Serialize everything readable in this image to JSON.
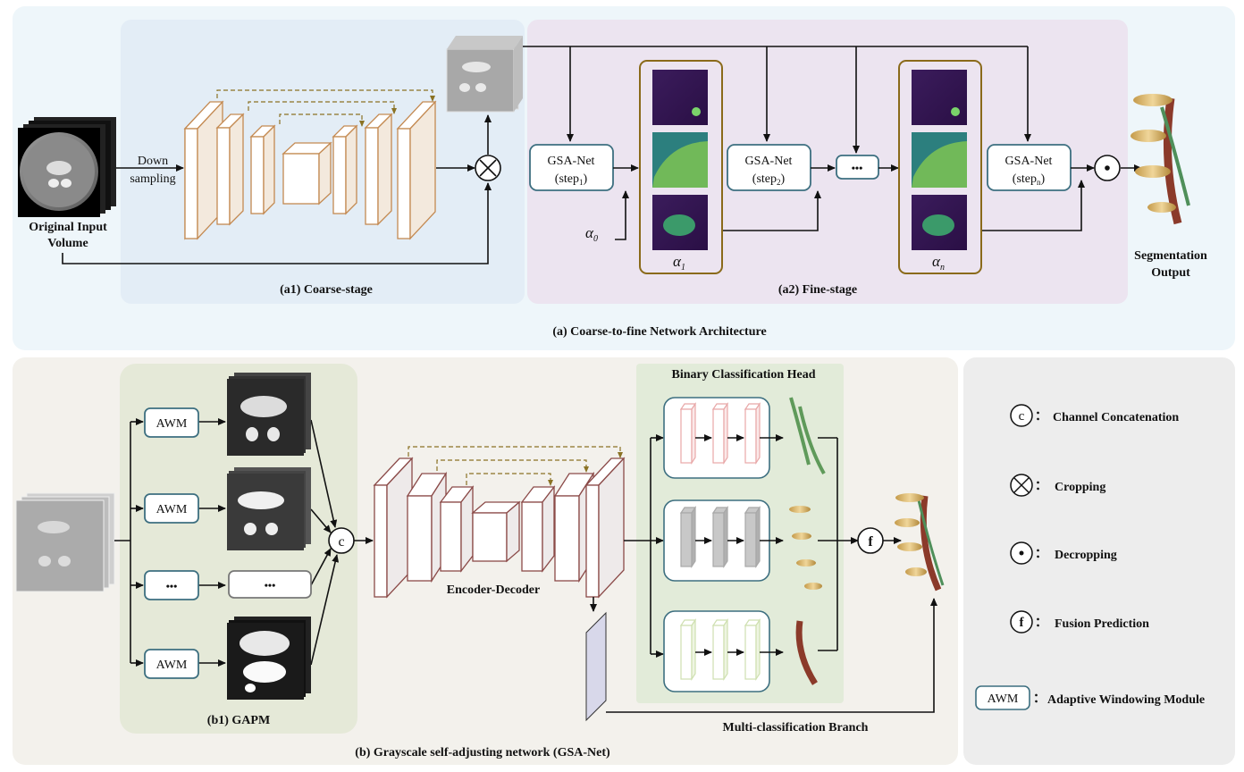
{
  "part_a": {
    "caption": "(a) Coarse-to-fine Network Architecture",
    "coarse_stage": {
      "caption": "(a1) Coarse-stage"
    },
    "fine_stage": {
      "caption": "(a2) Fine-stage"
    },
    "input_label_line1": "Original Input",
    "input_label_line2": "Volume",
    "downsample_line1": "Down",
    "downsample_line2": "sampling",
    "gsa_blocks": [
      {
        "name": "GSA-Net",
        "step": "step",
        "sub": "1"
      },
      {
        "name": "GSA-Net",
        "step": "step",
        "sub": "2"
      },
      {
        "name": "GSA-Net",
        "step": "step",
        "sub": "n"
      }
    ],
    "ellipsis": "•••",
    "alpha_labels": [
      {
        "sym": "α",
        "sub": "0"
      },
      {
        "sym": "α",
        "sub": "1"
      },
      {
        "sym": "α",
        "sub": "n"
      }
    ],
    "output_label_line1": "Segmentation",
    "output_label_line2": "Output"
  },
  "part_b": {
    "caption": "(b) Grayscale self-adjusting network (GSA-Net)",
    "gapm": {
      "caption": "(b1) GAPM"
    },
    "awm_label": "AWM",
    "ellipsis": "•••",
    "concat_symbol": "c",
    "fusion_symbol": "f",
    "encoder_decoder_label": "Encoder-Decoder",
    "binary_head_label": "Binary Classification Head",
    "multi_branch_label": "Multi-classification  Branch"
  },
  "legend": {
    "items": [
      {
        "symbol": "c",
        "text": "Channel Concatenation"
      },
      {
        "symbol": "×",
        "text": "Cropping"
      },
      {
        "symbol": "•",
        "text": "Decropping"
      },
      {
        "symbol": "f",
        "text": "Fusion Prediction"
      },
      {
        "symbol": "AWM",
        "text": "Adaptive Windowing Module"
      }
    ],
    "separator": "："
  },
  "colors": {
    "panel_a_bg": "#eef6fa",
    "coarse_bg": "#e3edf6",
    "fine_bg": "#ece4f0",
    "panel_b_bg": "#f3f1ec",
    "gapm_bg": "#e5e9d8",
    "head_bg": "#e2ebd9",
    "legend_bg": "#ededed",
    "unet_coarse": "#c48a52",
    "unet_b": "#8b4a48",
    "skip": "#8a7224",
    "gsa_border": "#3d6f80",
    "alpha_frame": "#8a6a1a",
    "pink_block": "#e8a8a8",
    "gray_block": "#c8c8c8",
    "green_block": "#cfe0b0"
  }
}
